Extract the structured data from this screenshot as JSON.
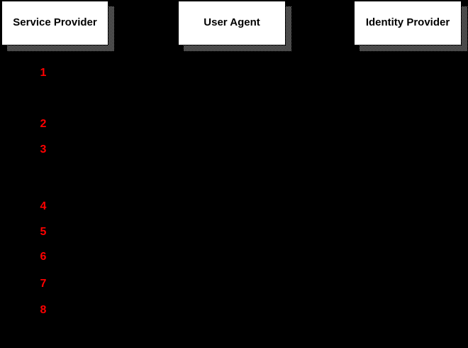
{
  "diagram": {
    "background_color": "#000000",
    "box_fill_color": "#FFFFFF",
    "box_text_color": "#000000",
    "shadow_color": "#949494",
    "step_number_color": "#FF0000"
  },
  "actors": [
    {
      "label": "Service Provider"
    },
    {
      "label": "User Agent"
    },
    {
      "label": "Identity Provider"
    }
  ],
  "steps": [
    {
      "label": "1"
    },
    {
      "label": "2"
    },
    {
      "label": "3"
    },
    {
      "label": "4"
    },
    {
      "label": "5"
    },
    {
      "label": "6"
    },
    {
      "label": "7"
    },
    {
      "label": "8"
    }
  ]
}
